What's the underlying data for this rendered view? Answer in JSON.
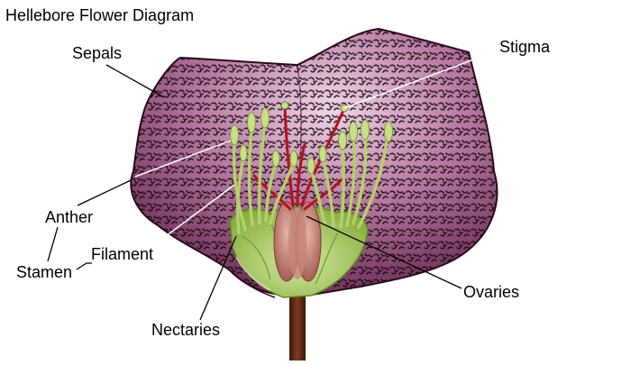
{
  "title": "Hellebore Flower Diagram",
  "labels": {
    "sepals": "Sepals",
    "stigma": "Stigma",
    "anther": "Anther",
    "filament": "Filament",
    "stamen": "Stamen",
    "ovaries": "Ovaries",
    "nectaries": "Nectaries"
  },
  "colors": {
    "sepal_fill": "#8e4a73",
    "sepal_light": "#e8c6de",
    "sepal_dark": "#4a1536",
    "speckle": "#1a0612",
    "stamen_green": "#b5d06a",
    "anther_green": "#c9de8a",
    "nectary_green": "#9bc24e",
    "ovary_pink": "#c98a7c",
    "stigma_red": "#b3121b",
    "stem_brown": "#5a2a12",
    "leader_line": "#000000"
  }
}
